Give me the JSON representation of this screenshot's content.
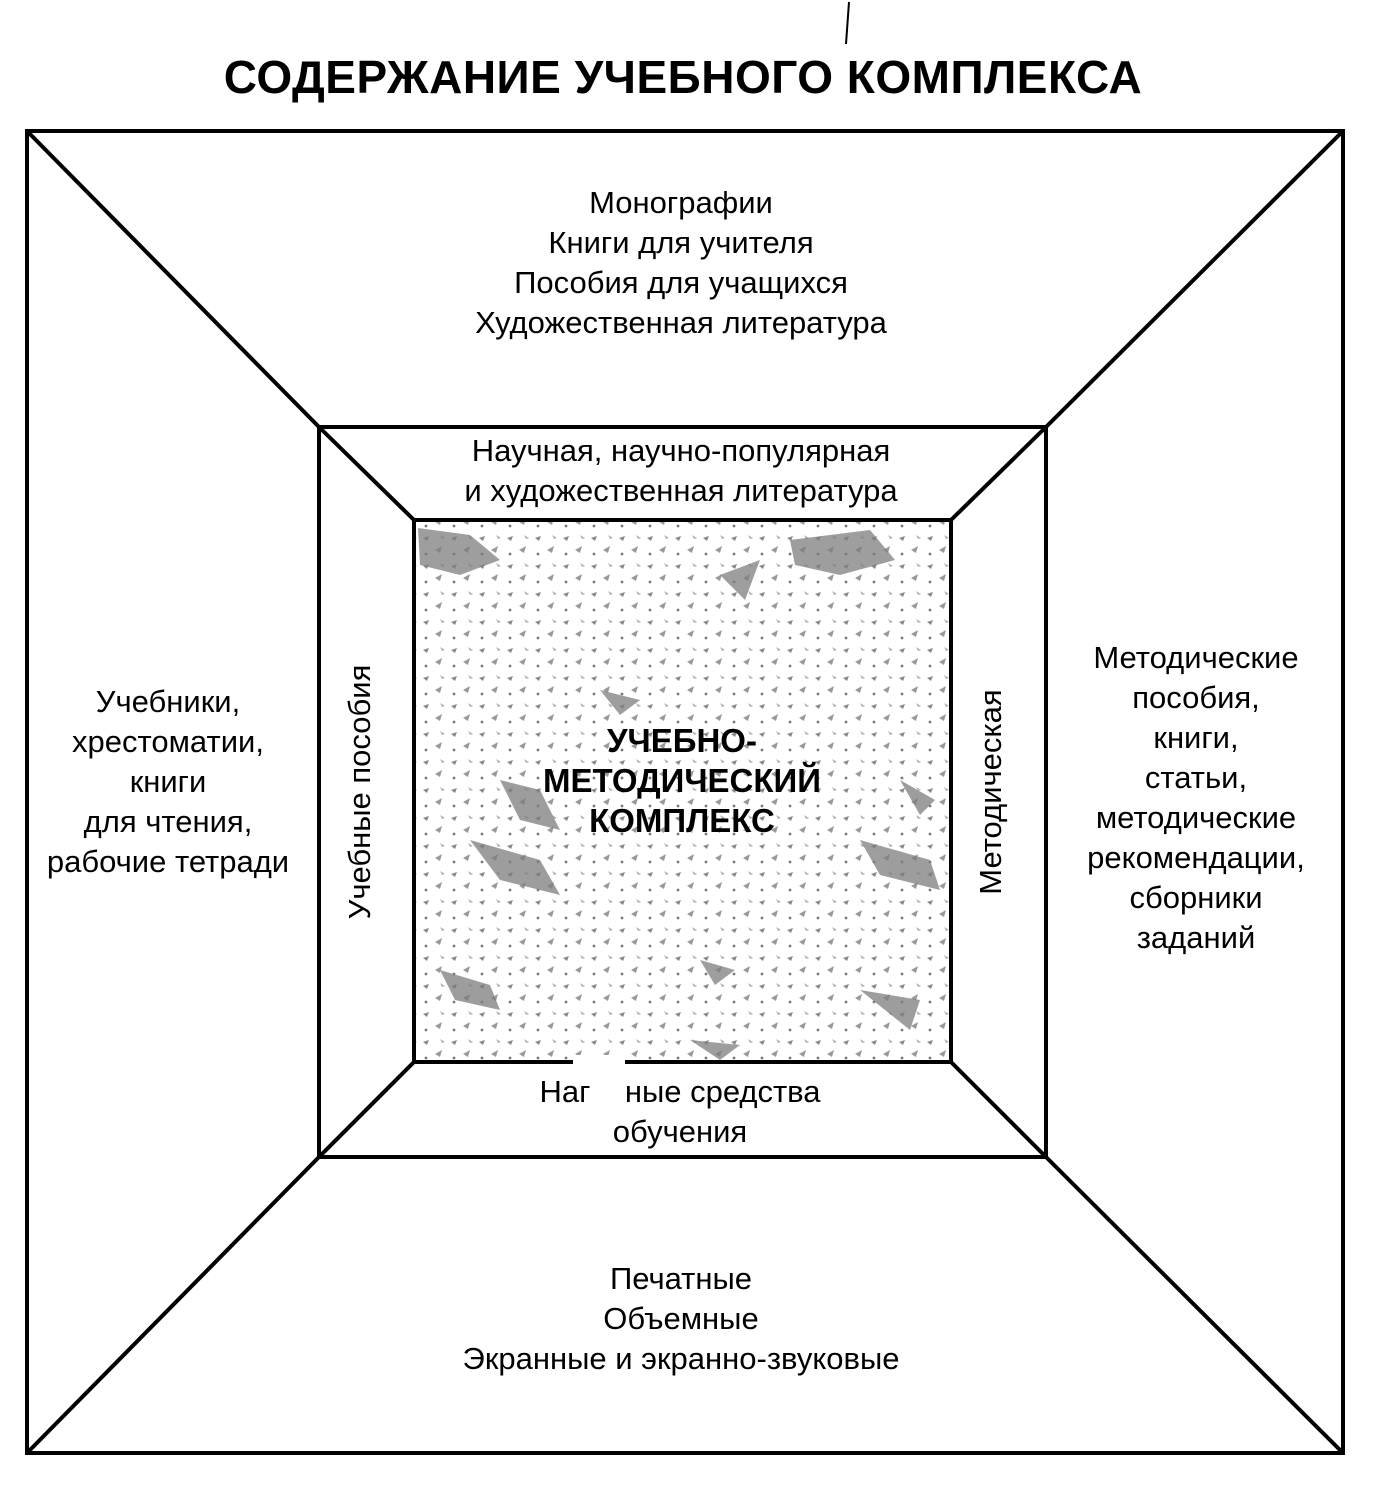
{
  "title": "СОДЕРЖАНИЕ УЧЕБНОГО КОМПЛЕКСА",
  "center": {
    "line1": "УЧЕБНО-",
    "line2": "МЕТОДИЧЕСКИЙ",
    "line3": "КОМПЛЕКС"
  },
  "outer": {
    "top": [
      "Монографии",
      "Книги для учителя",
      "Пособия для учащихся",
      "Художественная литература"
    ],
    "left": [
      "Учебники,",
      "хрестоматии,",
      "книги",
      "для чтения,",
      "рабочие тетради"
    ],
    "right": [
      "Методические",
      "пособия,",
      "книги,",
      "статьи,",
      "методические",
      "рекомендации,",
      "сборники",
      "заданий"
    ],
    "bottom": [
      "Печатные",
      "Объемные",
      "Экранные и экранно-звуковые"
    ]
  },
  "inner": {
    "top": [
      "Научная, научно-популярная",
      "и художественная литература"
    ],
    "left": "Учебные пособия",
    "right": "Методическая",
    "bottom": [
      "Наг    ные средства",
      "обучения"
    ]
  }
}
